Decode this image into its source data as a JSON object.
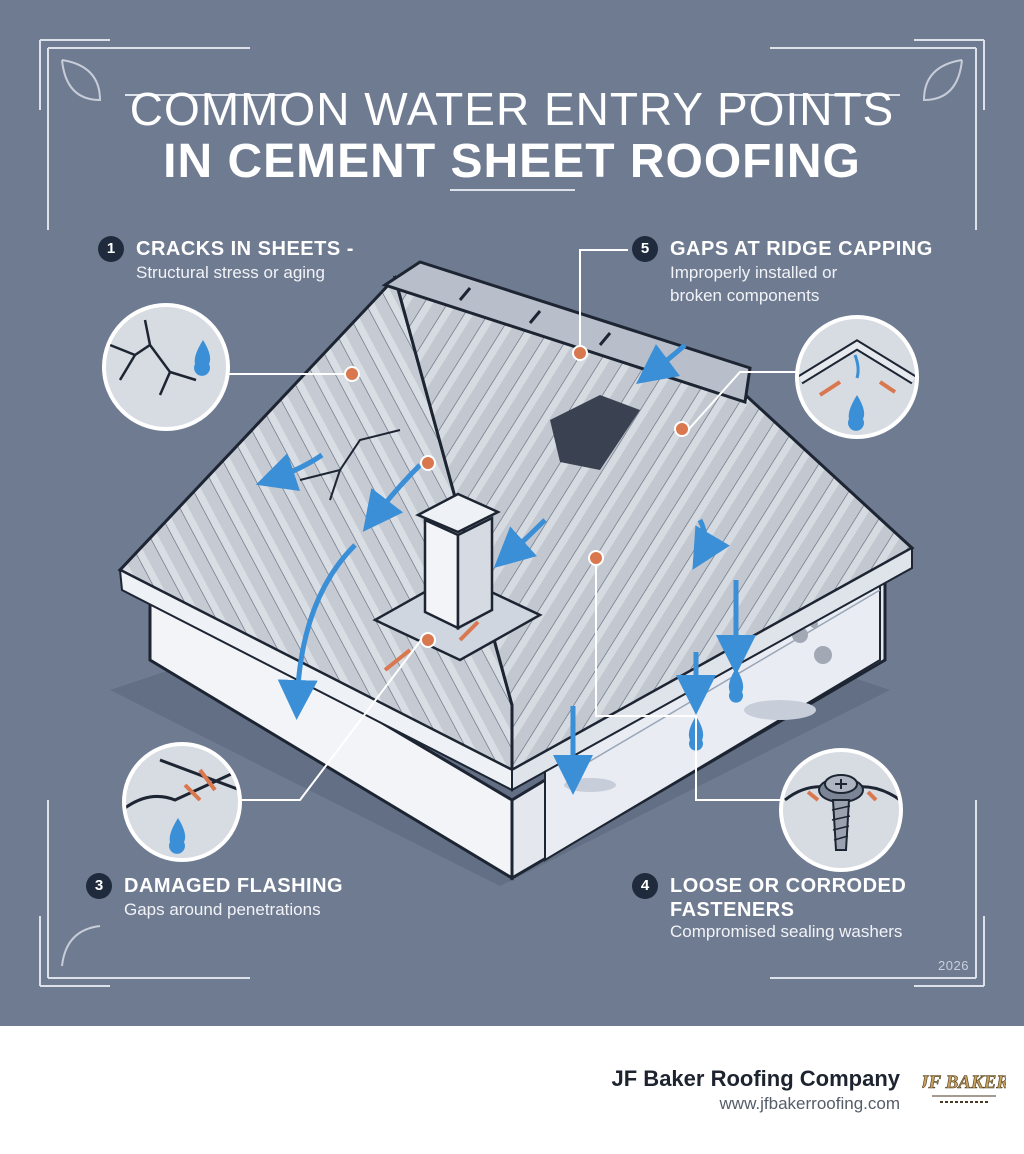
{
  "title": {
    "line1": "COMMON WATER ENTRY POINTS",
    "line2": "IN CEMENT SHEET ROOFING"
  },
  "callouts": [
    {
      "number": "1",
      "heading": "CRACKS IN SHEETS -",
      "description": "Structural stress or aging"
    },
    {
      "number": "5",
      "heading": "GAPS AT RIDGE CAPPING",
      "description_lines": [
        "Improperly installed or",
        "broken components"
      ]
    },
    {
      "number": "3",
      "heading": "DAMAGED FLASHING",
      "description": "Gaps around penetrations"
    },
    {
      "number": "4",
      "heading_lines": [
        "LOOSE OR CORRODED",
        "FASTENERS"
      ],
      "description": "Compromised sealing washers"
    }
  ],
  "year": "2026",
  "footer": {
    "company": "JF Baker Roofing Company",
    "website": "www.jfbakerroofing.com",
    "logo_text": "JF BAKER"
  },
  "colors": {
    "background": "#6f7b91",
    "water": "#3a8fd6",
    "damage_marker": "#d9784f",
    "badge": "#1f2b3d"
  },
  "icons": [
    "water-drop-icon",
    "flow-arrow-icon",
    "screw-icon",
    "crack-icon"
  ]
}
